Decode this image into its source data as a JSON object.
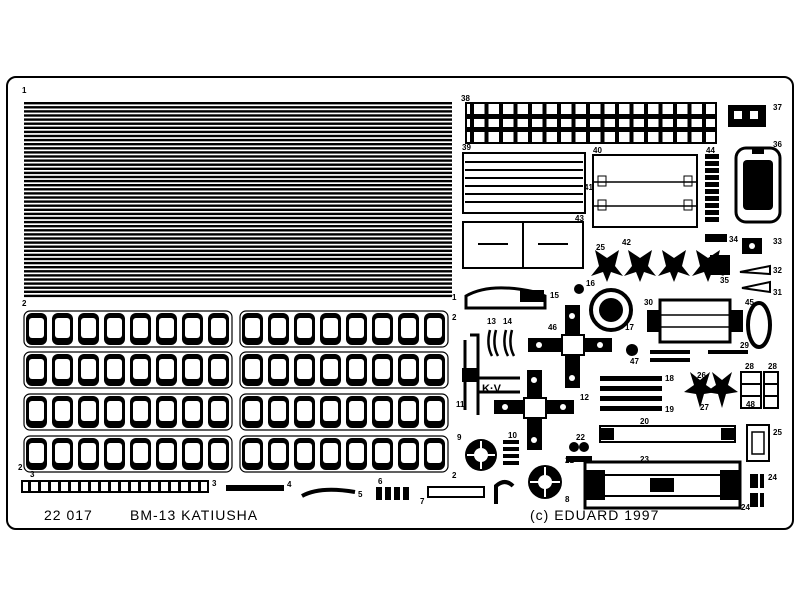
{
  "fret": {
    "product_code": "22 017",
    "title": "BM-13  KATIUSHA",
    "copyright": "(c) EDUARD  1997",
    "marking": "K·V",
    "part_numbers": {
      "p1": "1",
      "p1b": "1",
      "p2a": "2",
      "p2b": "2",
      "p2c": "2",
      "p2d": "2",
      "p3a": "3",
      "p3b": "3",
      "p4": "4",
      "p5": "5",
      "p6": "6",
      "p7": "7",
      "p8": "8",
      "p9": "9",
      "p10": "10",
      "p11": "11",
      "p12": "12",
      "p13": "13",
      "p14": "14",
      "p15": "15",
      "p16": "16",
      "p17": "17",
      "p18": "18",
      "p19": "19",
      "p20": "20",
      "p21": "21",
      "p22": "22",
      "p23": "23",
      "p24a": "24",
      "p24b": "24",
      "p25a": "25",
      "p25b": "25",
      "p26": "26",
      "p27": "27",
      "p28a": "28",
      "p28b": "28",
      "p29": "29",
      "p30": "30",
      "p31": "31",
      "p32": "32",
      "p33": "33",
      "p34": "34",
      "p35": "35",
      "p36": "36",
      "p37": "37",
      "p38": "38",
      "p39": "39",
      "p40": "40",
      "p41": "41",
      "p42": "42",
      "p43": "43",
      "p44": "44",
      "p45": "45",
      "p46": "46",
      "p47": "47",
      "p48": "48"
    }
  },
  "colors": {
    "metal": "#000000",
    "background": "#ffffff"
  }
}
